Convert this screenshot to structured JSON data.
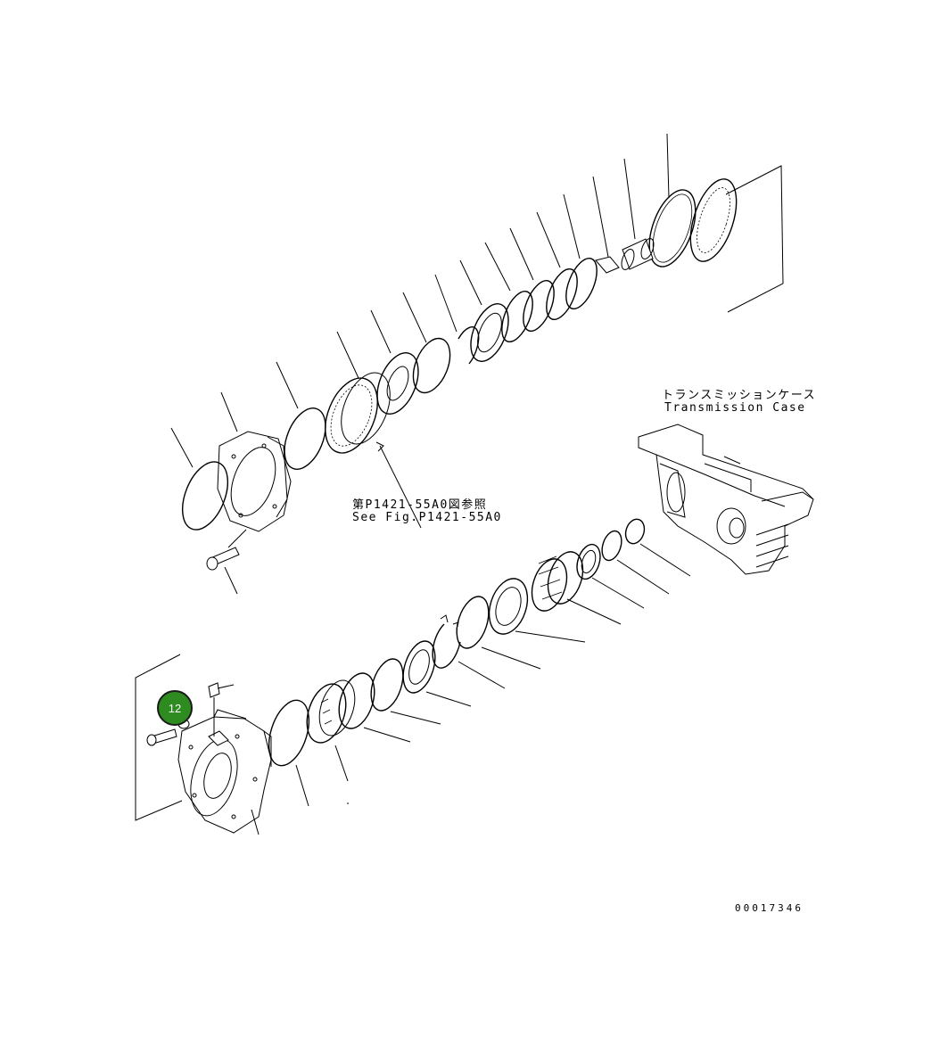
{
  "labels": {
    "transmission_case_jp": "トランスミッションケース",
    "transmission_case_en": "Transmission Case",
    "reference_jp": "第P1421-55A0図参照",
    "reference_en": "See Fig.P1421-55A0",
    "drawing_number": "00017346"
  },
  "callout": {
    "number": "12",
    "color": "#2e8b1f"
  }
}
